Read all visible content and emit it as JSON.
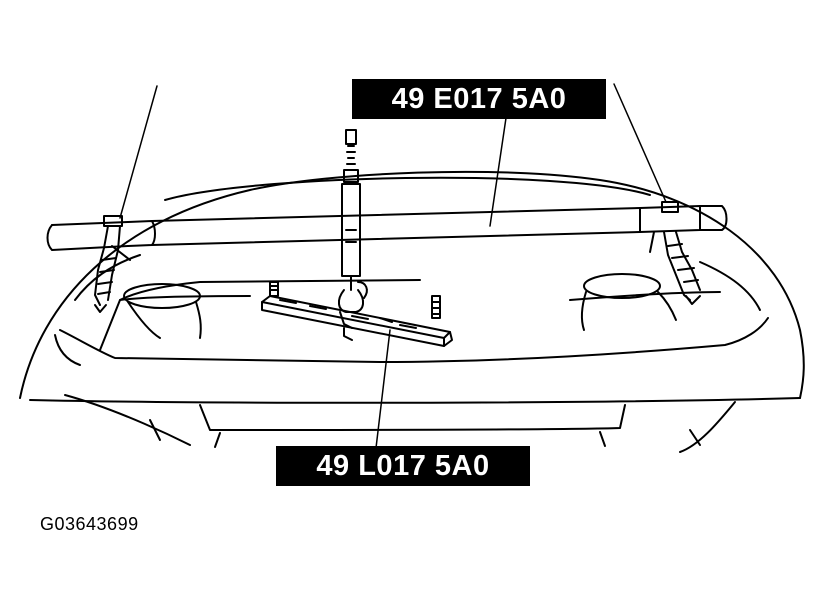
{
  "labels": {
    "hanger_bar_tool": "49 E017 5A0",
    "lower_support_tool": "49 L017 5A0"
  },
  "figure_id": "G03643699",
  "colors": {
    "ink": "#000000",
    "paper": "#ffffff",
    "label_bg": "#000000",
    "label_text": "#ffffff"
  }
}
